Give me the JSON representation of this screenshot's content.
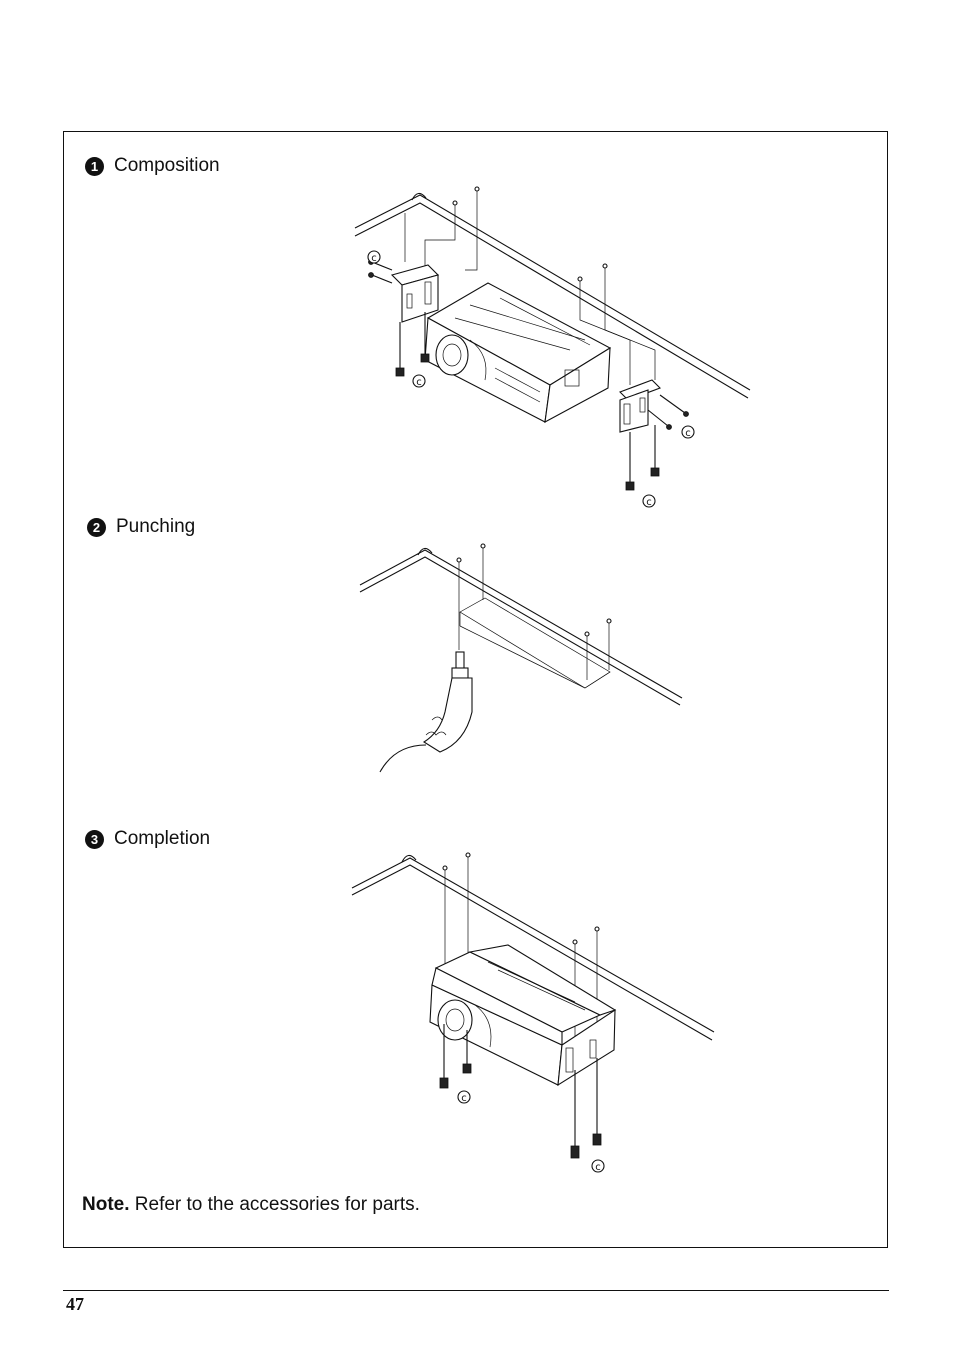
{
  "steps": [
    {
      "number": "1",
      "label": "Composition"
    },
    {
      "number": "2",
      "label": "Punching"
    },
    {
      "number": "3",
      "label": "Completion"
    }
  ],
  "callout_letter": "c",
  "note": {
    "bold": "Note.",
    "text": " Refer to the accessories for parts."
  },
  "page_number": "47"
}
